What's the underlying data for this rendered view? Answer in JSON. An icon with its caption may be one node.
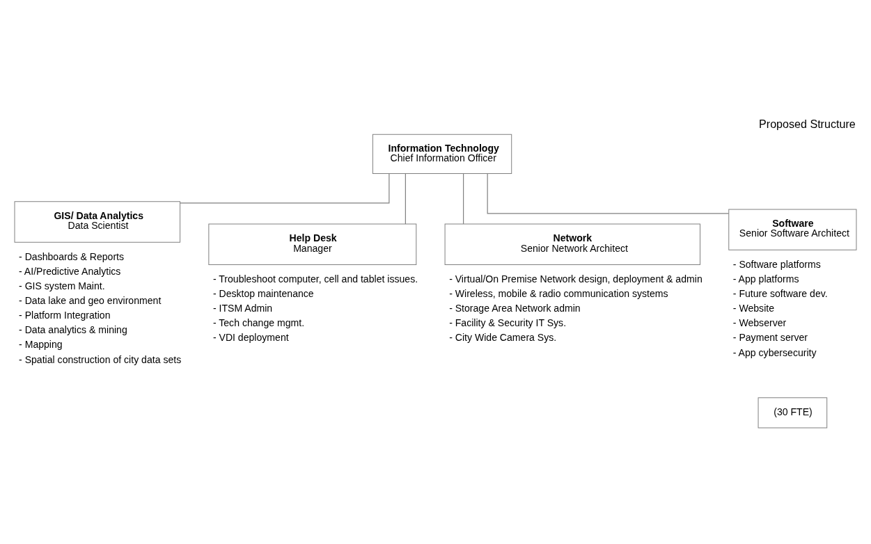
{
  "diagram": {
    "title": "Proposed Structure",
    "nodes": [
      {
        "text": [
          "Information Technology",
          "Chief Information Officer"
        ]
      },
      {
        "text": [
          "GIS/ Data Analytics",
          "Data Scientist"
        ],
        "beside": [
          "- Dashboards & Reports",
          "- AI/Predictive Analytics",
          "- GIS system Maint.",
          "- Data lake and geo environment",
          "- Platform Integration",
          "- Data analytics & mining",
          "- Mapping",
          "- Spatial construction of city data sets"
        ]
      },
      {
        "text": [
          "Help Desk",
          "Manager"
        ],
        "beside": [
          "- Troubleshoot computer, cell and tablet issues.",
          "- Desktop maintenance",
          "- ITSM Admin",
          "- Tech change mgmt.",
          "- VDI deployment"
        ]
      },
      {
        "text": [
          "Network",
          "Senior Network Architect"
        ],
        "beside": [
          "- Virtual/On Premise Network design, deployment & admin",
          "- Wireless, mobile & radio communication systems",
          "- Storage Area Network admin",
          "- Facility & Security IT Sys.",
          "- City Wide Camera Sys."
        ]
      },
      {
        "text": [
          "Software",
          "Senior Software Architect"
        ],
        "beside": [
          "- Software platforms",
          "- App platforms",
          "- Future software dev.",
          "- Website",
          "- Webserver",
          "- Payment server",
          "- App cybersecurity"
        ]
      },
      {
        "text": [
          "(30 FTE)"
        ]
      }
    ],
    "edges": [
      {
        "from": 0,
        "to": 1,
        "arrow": "none"
      },
      {
        "from": 0,
        "to": 2,
        "arrow": "none"
      },
      {
        "from": 0,
        "to": 3,
        "arrow": "none"
      },
      {
        "from": 0,
        "to": 4,
        "arrow": "none"
      }
    ]
  }
}
